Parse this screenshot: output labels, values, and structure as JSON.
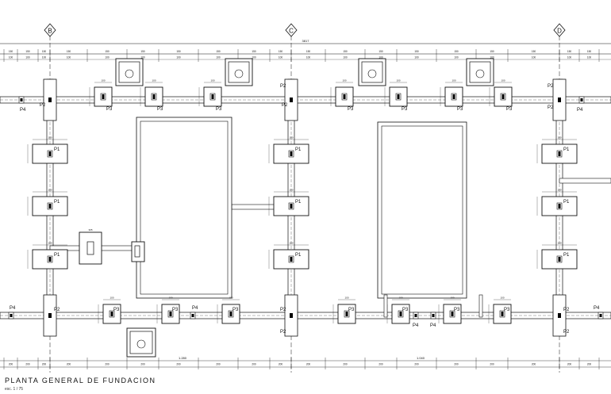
{
  "axes": [
    "B",
    "C",
    "D"
  ],
  "overall_dimension": "3817",
  "drawing": {
    "title": "PLANTA GENERAL DE FUNDACION",
    "scale": "esc. 1 / 75"
  },
  "footing_labels": {
    "p1": "P1",
    "p2": "P2",
    "p3": "P3",
    "p4": "P4"
  },
  "dims": {
    "d100": "100",
    "d150": "150",
    "d200": "200",
    "d305": "305",
    "d1280": "1.280",
    "d1040": "1.040"
  },
  "colors": {
    "line": "#111111",
    "fill": "#ffffff",
    "dark": "#000000"
  }
}
